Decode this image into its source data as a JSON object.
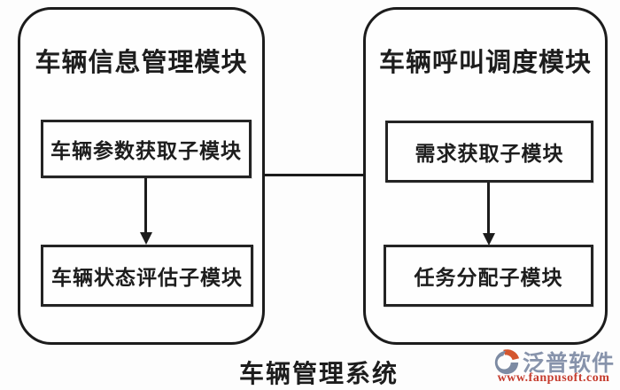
{
  "diagram": {
    "caption": "车辆管理系统",
    "modules": [
      {
        "title": "车辆信息管理模块",
        "sub_boxes": [
          "车辆参数获取子模块",
          "车辆状态评估子模块"
        ]
      },
      {
        "title": "车辆呼叫调度模块",
        "sub_boxes": [
          "需求获取子模块",
          "任务分配子模块"
        ]
      }
    ]
  },
  "watermark": {
    "brand": "泛普软件",
    "url": "www.fanpusoft.com",
    "brand_color": "#8793ab",
    "url_color": "#c53b2d",
    "logo_body_color": "#7d8ba3",
    "logo_arc_color": "#d4562e"
  },
  "colors": {
    "line": "#1c1c1c",
    "background": "#fdfdfd",
    "box_fill": "#fefefe"
  }
}
